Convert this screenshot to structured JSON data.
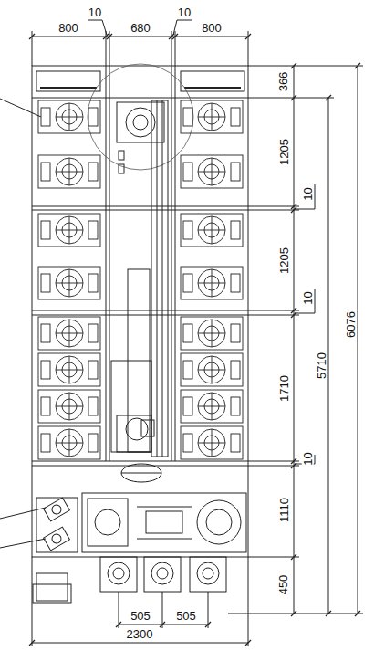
{
  "diagram": {
    "labels": [
      "800",
      "10",
      "680",
      "10",
      "800",
      "366",
      "1205",
      "10",
      "1205",
      "10",
      "1710",
      "10",
      "1110",
      "5710",
      "6076",
      "450",
      "505",
      "505",
      "2300"
    ]
  }
}
